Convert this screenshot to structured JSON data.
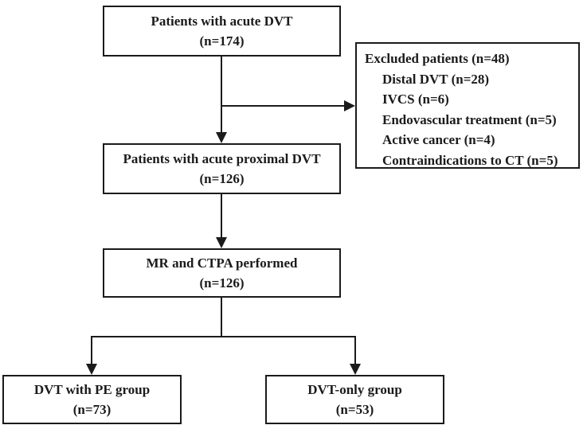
{
  "figure": {
    "background_color": "#ffffff",
    "line_color": "#1b1b1b",
    "type": "patient-flow-diagram"
  },
  "boxes": {
    "acute_dvt": {
      "line1": "Patients with acute DVT",
      "line2": "(n=174)"
    },
    "excluded": {
      "title": "Excluded patients (n=48)",
      "items": [
        "Distal DVT (n=28)",
        "IVCS (n=6)",
        "Endovascular treatment (n=5)",
        "Active cancer (n=4)",
        "Contraindications to CT (n=5)"
      ]
    },
    "proximal_dvt": {
      "line1": "Patients with acute proximal DVT",
      "line2": "(n=126)"
    },
    "mr_ctpa": {
      "line1": "MR and CTPA performed",
      "line2": "(n=126)"
    },
    "dvt_pe": {
      "line1": "DVT with PE group",
      "line2": "(n=73)"
    },
    "dvt_only": {
      "line1": "DVT-only group",
      "line2": "(n=53)"
    }
  }
}
